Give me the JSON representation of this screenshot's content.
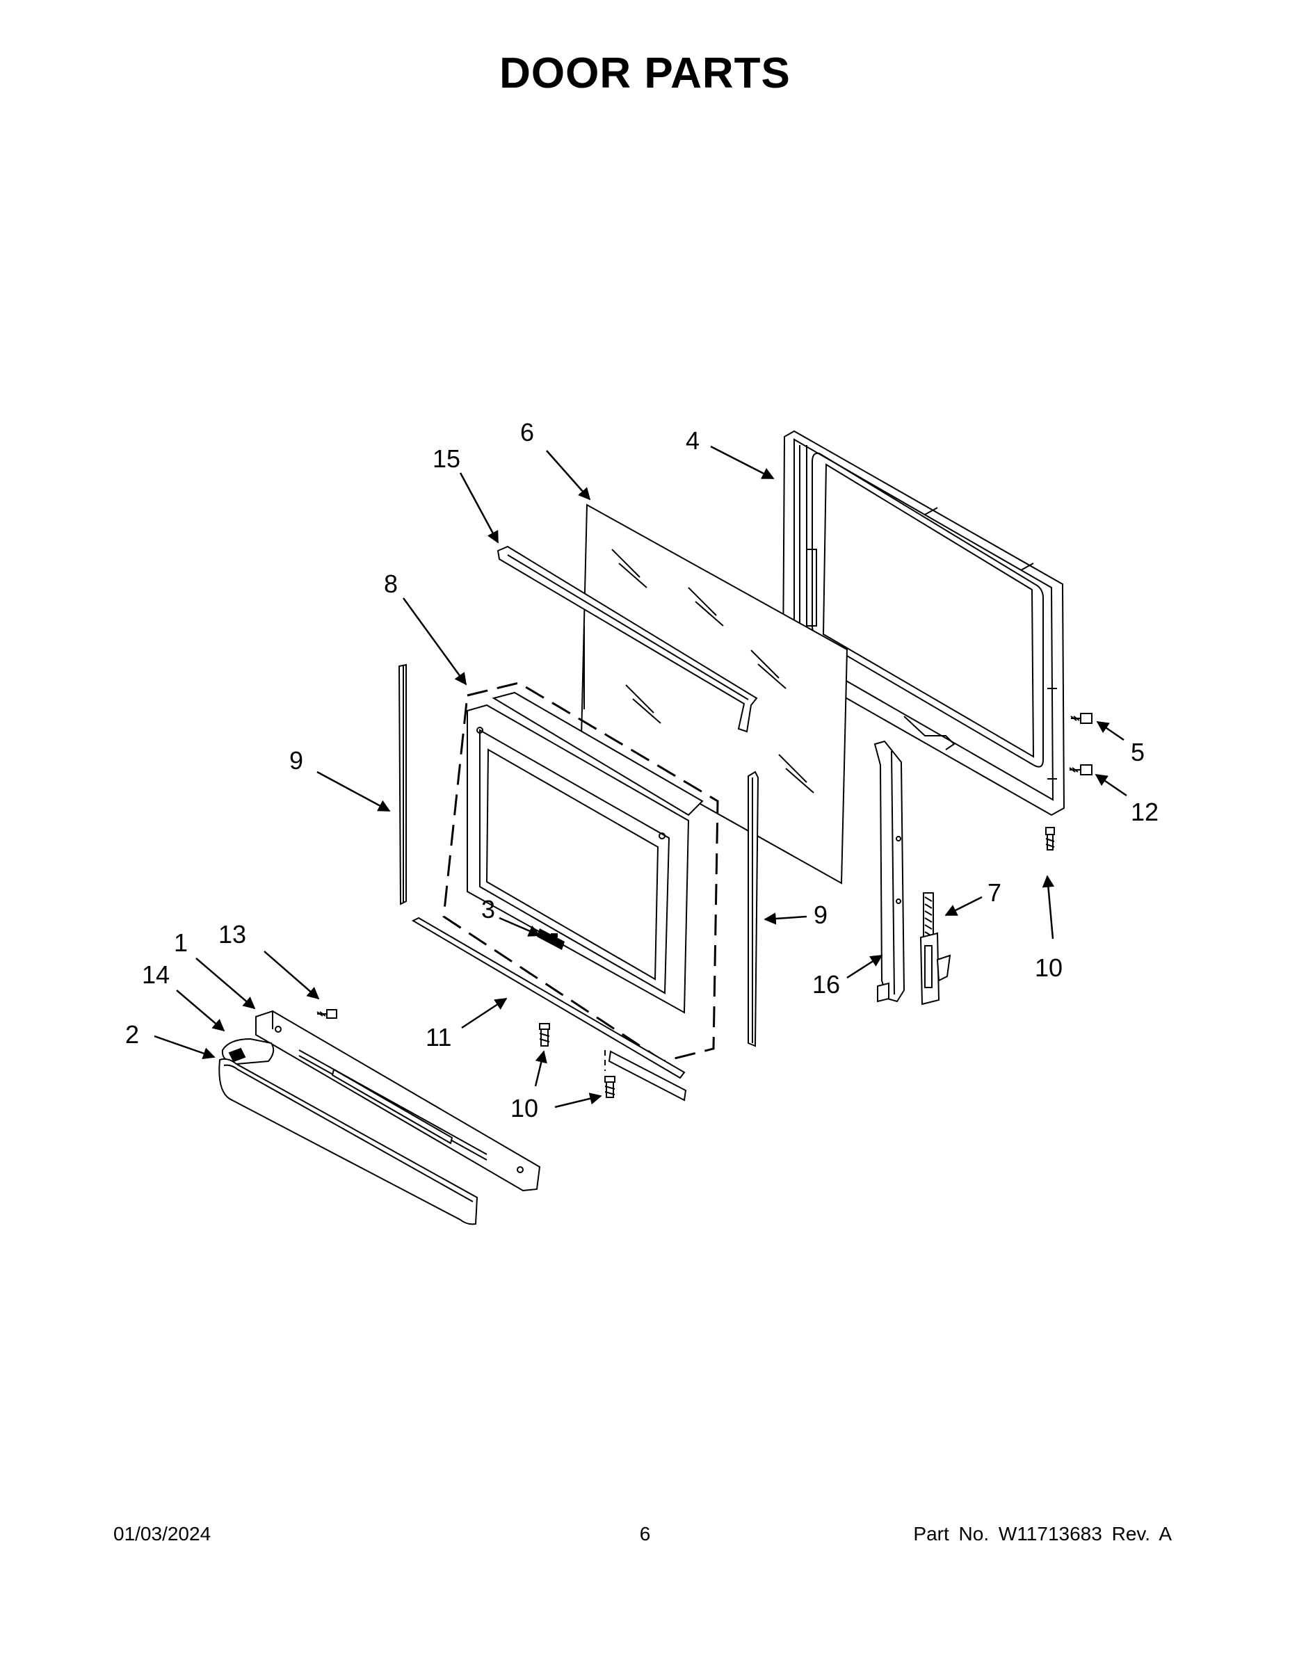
{
  "title": "DOOR PARTS",
  "callouts": {
    "c1": "1",
    "c2": "2",
    "c3": "3",
    "c4": "4",
    "c5": "5",
    "c6": "6",
    "c7": "7",
    "c8": "8",
    "c9a": "9",
    "c9b": "9",
    "c10a": "10",
    "c10b": "10",
    "c11": "11",
    "c12": "12",
    "c13": "13",
    "c14": "14",
    "c15": "15",
    "c16": "16"
  },
  "footer": {
    "date": "01/03/2024",
    "page": "6",
    "part": "Part No.  W11713683  Rev.  A"
  }
}
